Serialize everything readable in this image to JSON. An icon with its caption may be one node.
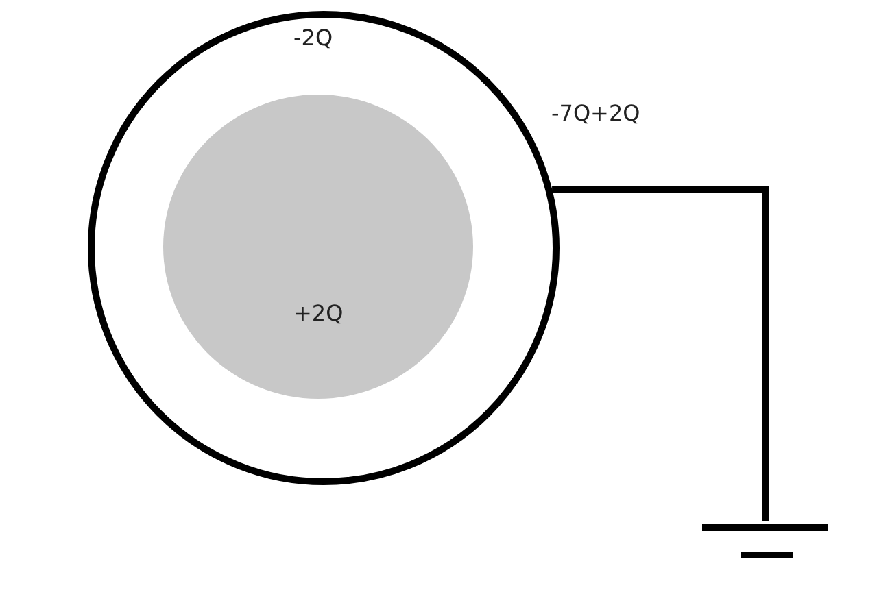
{
  "diagram": {
    "nodes": [
      {
        "text": [
          "-2Q"
        ]
      },
      {
        "text": [
          "+2Q"
        ],
        "in": 0
      },
      {
        "text": [],
        "shape": "ground"
      }
    ],
    "edges": [
      {
        "from": 0,
        "to": 2,
        "arrow": "none"
      }
    ],
    "labels": [
      "-7Q+2Q"
    ]
  }
}
